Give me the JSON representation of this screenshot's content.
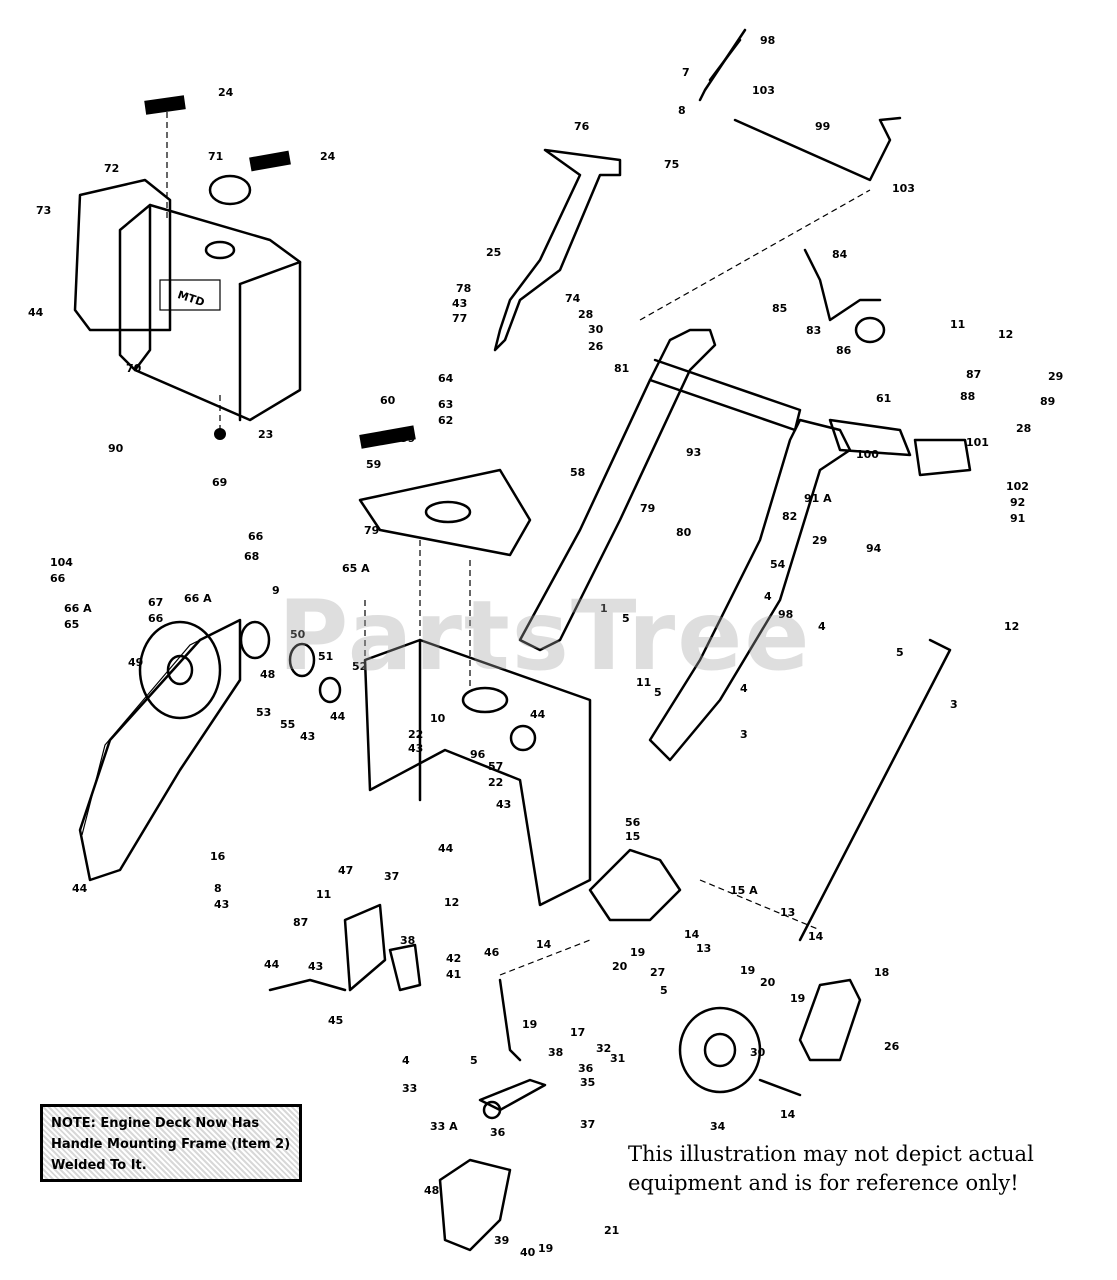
{
  "watermark": "PartsTree",
  "note": {
    "line1": "NOTE: Engine Deck Now Has",
    "line2": "Handle Mounting Frame (Item 2)",
    "line3": "Welded To It."
  },
  "disclaimer": {
    "line1": "This illustration may not depict actual",
    "line2": "equipment and is for reference only!"
  },
  "tank_logo": "MTD",
  "callouts": [
    "98",
    "7",
    "8",
    "103",
    "99",
    "103",
    "24",
    "24",
    "72",
    "71",
    "73",
    "44",
    "70",
    "23",
    "76",
    "75",
    "25",
    "78",
    "43",
    "77",
    "74",
    "28",
    "30",
    "26",
    "84",
    "85",
    "83",
    "86",
    "11",
    "12",
    "87",
    "81",
    "64",
    "63",
    "62",
    "60",
    "59",
    "59",
    "61",
    "88",
    "29",
    "89",
    "28",
    "93",
    "100",
    "101",
    "90",
    "69",
    "66",
    "68",
    "79",
    "58",
    "79",
    "80",
    "82",
    "102",
    "92",
    "91",
    "91 A",
    "29",
    "94",
    "104",
    "66",
    "66 A",
    "67",
    "66",
    "66 A",
    "65",
    "65 A",
    "9",
    "50",
    "49",
    "48",
    "51",
    "52",
    "53",
    "55",
    "43",
    "44",
    "54",
    "1",
    "5",
    "4",
    "98",
    "4",
    "5",
    "12",
    "11",
    "5",
    "4",
    "3",
    "3",
    "10",
    "22",
    "43",
    "44",
    "96",
    "57",
    "22",
    "43",
    "44",
    "56",
    "15",
    "15 A",
    "16",
    "8",
    "43",
    "44",
    "47",
    "11",
    "37",
    "12",
    "87",
    "38",
    "42",
    "41",
    "43",
    "44",
    "45",
    "46",
    "14",
    "13",
    "14",
    "14",
    "13",
    "19",
    "20",
    "27",
    "5",
    "19",
    "20",
    "19",
    "18",
    "19",
    "17",
    "32",
    "31",
    "30",
    "26",
    "4",
    "5",
    "36",
    "35",
    "33",
    "33 A",
    "36",
    "37",
    "38",
    "34",
    "14",
    "48",
    "21",
    "39",
    "40",
    "19",
    "20",
    "18"
  ]
}
